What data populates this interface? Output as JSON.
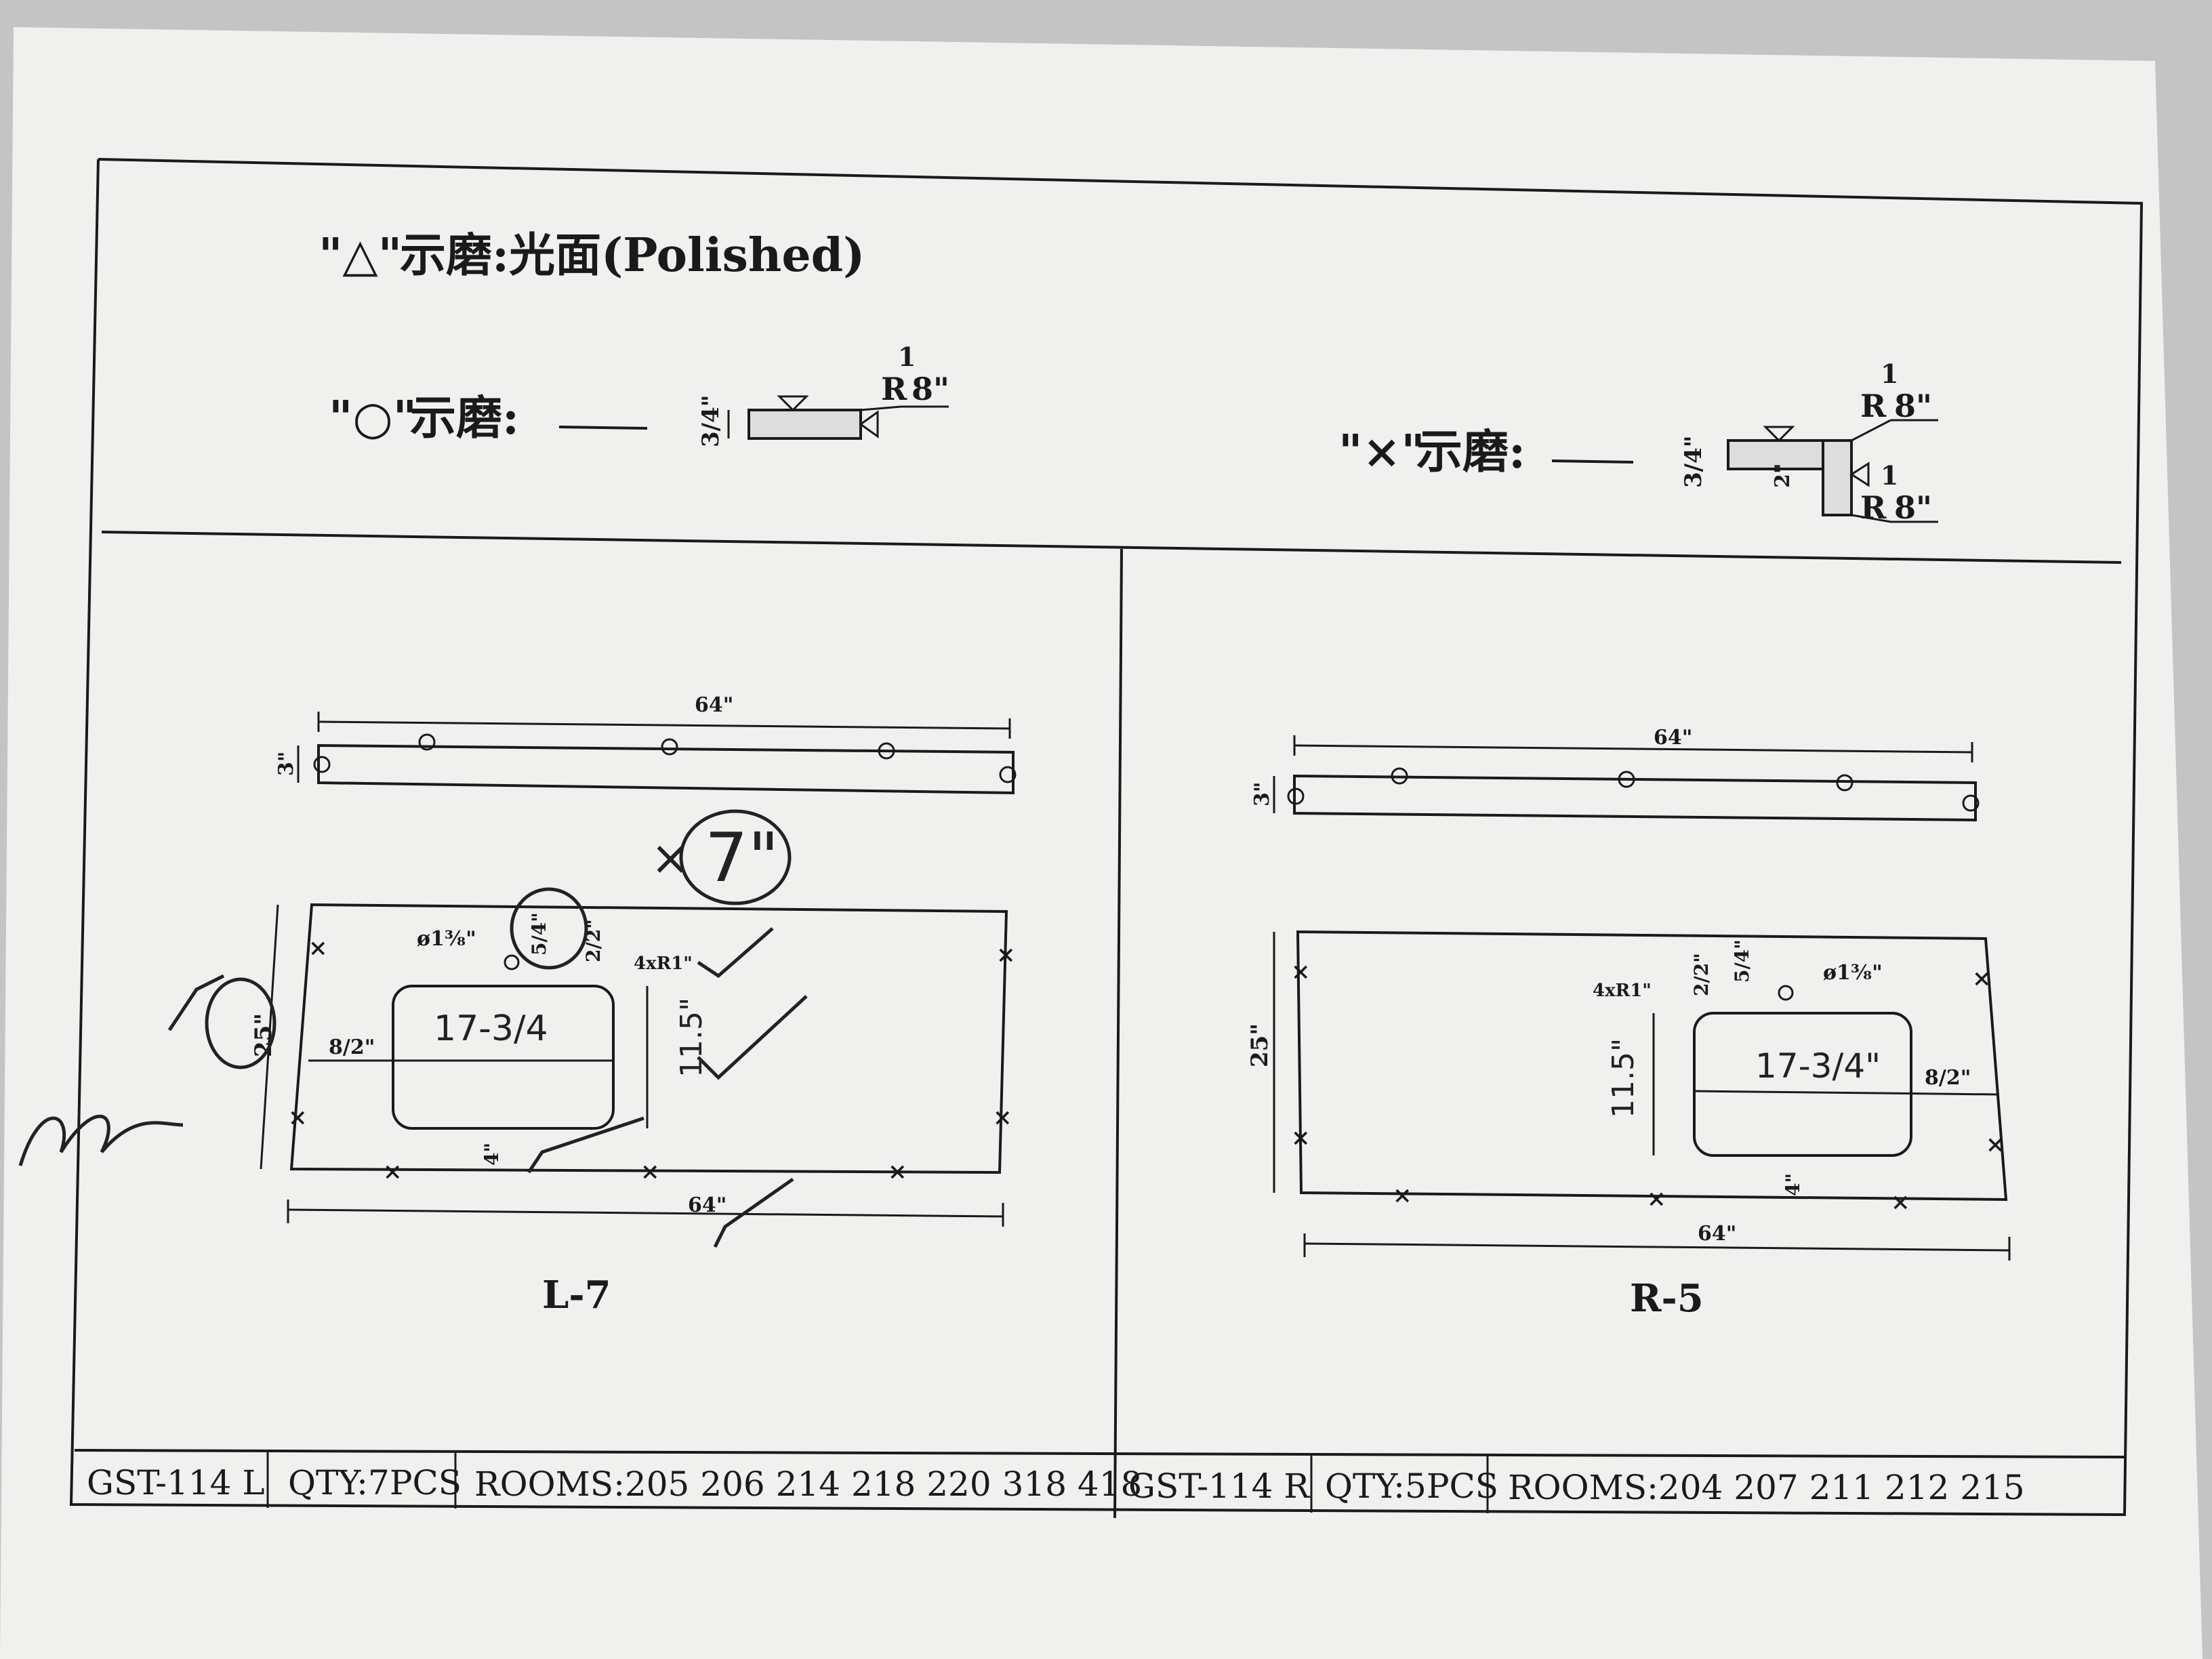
{
  "legend": {
    "polished": {
      "symbol": "\"△\"",
      "text": "示磨:光面(Polished)"
    },
    "circle": {
      "symbol": "\"○\"",
      "text": "示磨:",
      "thickness": "3/4\"",
      "radius": "R",
      "radius_num": "1",
      "radius_den": "8\""
    },
    "cross": {
      "symbol": "\"×\"",
      "text": "示磨:",
      "thickness": "3/4\"",
      "drop": "2\"",
      "radius_top": "R",
      "radius_top_num": "1",
      "radius_top_den": "8\"",
      "radius_bottom": "R",
      "radius_bottom_num": "1",
      "radius_bottom_den": "8\""
    }
  },
  "left_drawing": {
    "strip_length": "64\"",
    "strip_height": "3\"",
    "top_width_label": "64\"",
    "depth": "25\"",
    "hole": "ø1³⁄₈\"",
    "hole_offset": "5/4\"",
    "back_offset": "2/2\"",
    "corner_radius": "4xR1\"",
    "left_offset": "8/2\"",
    "sink_width": "17-3/4",
    "sink_depth": "11.5\"",
    "front_offset": "4\"",
    "bottom_width": "64\"",
    "name": "L-7",
    "handwritten_note": "7\"",
    "handwritten_x": "×"
  },
  "right_drawing": {
    "strip_length": "64\"",
    "strip_height": "3\"",
    "depth": "25\"",
    "hole": "ø1³⁄₈\"",
    "hole_offset": "5/4\"",
    "back_offset": "2/2\"",
    "corner_radius": "4xR1\"",
    "right_offset": "8/2\"",
    "sink_width": "17-3/4\"",
    "sink_depth": "11.5\"",
    "front_offset": "4\"",
    "bottom_width": "64\"",
    "name": "R-5"
  },
  "footer": {
    "left_model": "GST-114 L",
    "left_qty": "QTY:7PCS",
    "left_rooms": "ROOMS:205 206 214 218 220 318 418",
    "right_model": "GST-114 R",
    "right_qty": "QTY:5PCS",
    "right_rooms": "ROOMS:204 207 211 212 215"
  },
  "colors": {
    "paper": "#f2f2f0",
    "ink": "#1a1a1a",
    "background": "#c9c9c9"
  }
}
